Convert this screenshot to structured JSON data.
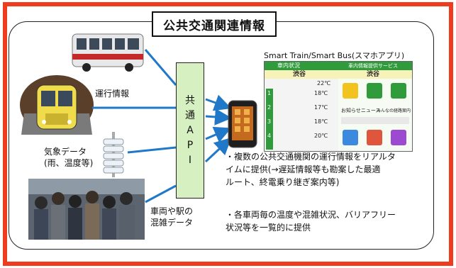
{
  "title": "公共交通関連情報",
  "sources": {
    "operation_label": "運行情報",
    "weather_label_line1": "気象データ",
    "weather_label_line2": "(雨、温度等)",
    "congestion_label_line1": "車両や駅の",
    "congestion_label_line2": "混雑データ"
  },
  "api_box": {
    "chars": [
      "共",
      "通",
      "A",
      "P",
      "I"
    ]
  },
  "app": {
    "title": "Smart Train/Smart Bus(スマホアプリ)",
    "left_header": "車内状況",
    "right_header": "車内情報提供サービス",
    "station": "渋谷",
    "temperature": "22℃",
    "car_temps": [
      "18℃",
      "17℃",
      "18℃",
      "20℃"
    ],
    "car_numbers": [
      "1",
      "2",
      "3",
      "4"
    ],
    "news_header": "お知らせニュース",
    "news_sub": "みんなの経路案内"
  },
  "bullets": [
    [
      "・複数の公共交通機関の運行情報をリアルタ",
      "イムに提供(→遅延情報等も勘案した最適",
      "ルート、終電乗り継ぎ案内等)"
    ],
    [
      "・各車両毎の温度や混雑状況、バリアフリー",
      "状況等を一覧的に提供"
    ]
  ],
  "colors": {
    "frame": "#f03c1e",
    "api_fill": "#d7f0c2",
    "arrow": "#1f78c8",
    "app_green": "#2f9b3a"
  }
}
